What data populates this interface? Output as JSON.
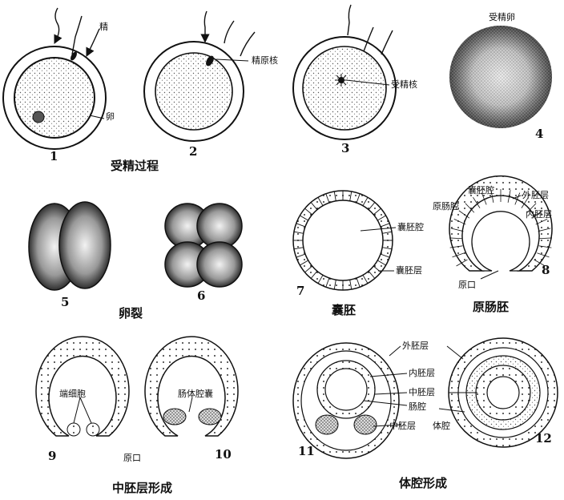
{
  "section_titles": {
    "fertilization": "受精过程",
    "cleavage": "卵裂",
    "blastula": "囊胚",
    "gastrula": "原肠胚",
    "mesoderm": "中胚层形成",
    "coelom": "体腔形成"
  },
  "figure_numbers": [
    "1",
    "2",
    "3",
    "4",
    "5",
    "6",
    "7",
    "8",
    "9",
    "10",
    "11",
    "12"
  ],
  "labels": {
    "sperm": "精",
    "egg": "卵",
    "male_pronucleus": "精原核",
    "zygote_nucleus": "受精核",
    "fertilized_egg": "受精卵",
    "blastocoel": "囊胚腔",
    "blastoderm": "囊胚层",
    "blastocoel_8": "囊胚腔",
    "archenteron": "原肠腔",
    "ectoderm": "外胚层",
    "endoderm": "内胚层",
    "blastopore_8": "原口",
    "teloblast": "端细胞",
    "blastopore_10": "原口",
    "coelom_sac": "肠体腔囊",
    "ectoderm_12": "外胚层",
    "endoderm_12": "内胚层",
    "mesoderm_12": "中胚层",
    "gut_cavity": "肠腔",
    "mesoderm_11": "中胚层",
    "body_cavity": "体腔"
  }
}
